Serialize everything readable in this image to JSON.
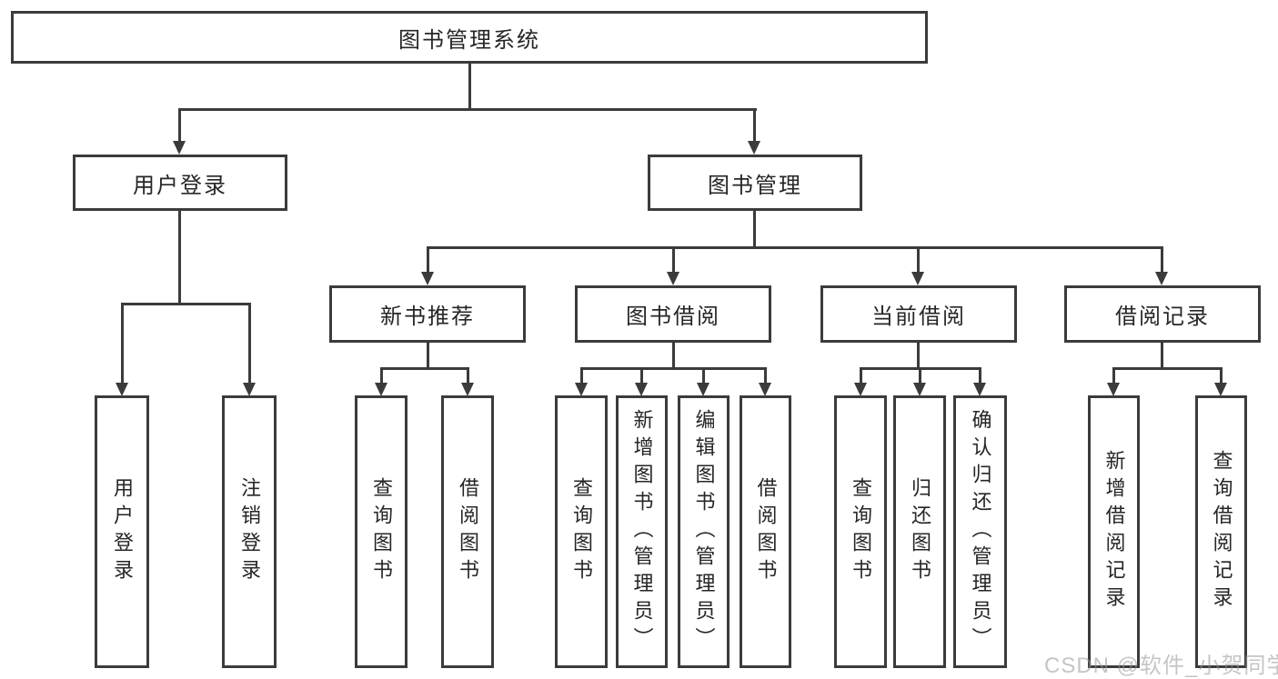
{
  "tree": {
    "root": {
      "label": "图书管理系统"
    },
    "level2": [
      {
        "label": "用户登录",
        "children": [
          {
            "label": "用户登录"
          },
          {
            "label": "注销登录"
          }
        ]
      },
      {
        "label": "图书管理",
        "children": [
          {
            "label": "新书推荐",
            "children": [
              {
                "label": "查询图书"
              },
              {
                "label": "借阅图书"
              }
            ]
          },
          {
            "label": "图书借阅",
            "children": [
              {
                "label": "查询图书"
              },
              {
                "label": "新增图书（管理员）"
              },
              {
                "label": "编辑图书（管理员）"
              },
              {
                "label": "借阅图书"
              }
            ]
          },
          {
            "label": "当前借阅",
            "children": [
              {
                "label": "查询图书"
              },
              {
                "label": "归还图书"
              },
              {
                "label": "确认归还（管理员）"
              }
            ]
          },
          {
            "label": "借阅记录",
            "children": [
              {
                "label": "新增借阅记录"
              },
              {
                "label": "查询借阅记录"
              }
            ]
          }
        ]
      }
    ]
  },
  "colors": {
    "line": "#3b3b3b",
    "text": "#262626",
    "background": "#ffffff"
  },
  "watermark": {
    "text": "CSDN @软件_小贺同学"
  }
}
